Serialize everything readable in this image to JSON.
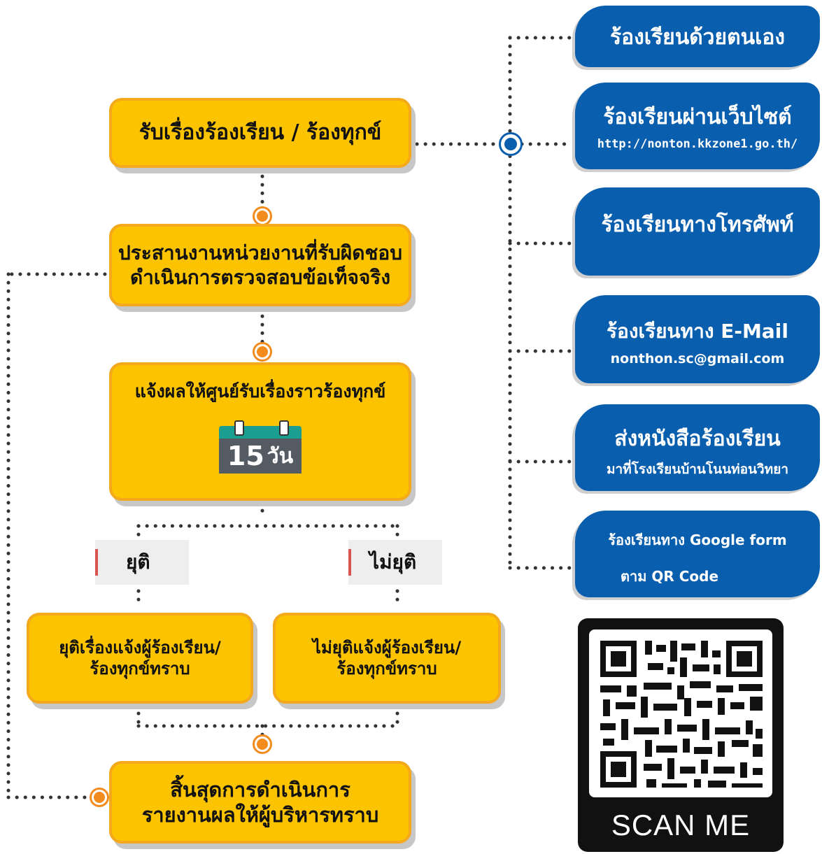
{
  "flow": {
    "step1": "รับเรื่องร้องเรียน / ร้องทุกข์",
    "step2_line1": "ประสานงานหน่วยงานที่รับผิดชอบ",
    "step2_line2": "ดำเนินการตรวจสอบข้อเท็จจริง",
    "step3": "แจ้งผลให้ศูนย์รับเรื่องราวร้องทุกข์",
    "calendar_number": "15",
    "calendar_unit": "วัน",
    "branch_yes": "ยุติ",
    "branch_no": "ไม่ยุติ",
    "yes_box_line1": "ยุติเรื่องแจ้งผู้ร้องเรียน/",
    "yes_box_line2": "ร้องทุกข์ทราบ",
    "no_box_line1": "ไม่ยุติแจ้งผู้ร้องเรียน/",
    "no_box_line2": "ร้องทุกข์ทราบ",
    "final_line1": "สิ้นสุดการดำเนินการ",
    "final_line2": "รายงานผลให้ผู้บริหารทราบ"
  },
  "channels": [
    {
      "title": "ร้องเรียนด้วยตนเอง",
      "subtitle": ""
    },
    {
      "title": "ร้องเรียนผ่านเว็บไซต์",
      "subtitle": "http://nonton.kkzone1.go.th/"
    },
    {
      "title": "ร้องเรียนทางโทรศัพท์",
      "subtitle": ""
    },
    {
      "title": "ร้องเรียนทาง E-Mail",
      "subtitle": "nonthon.sc@gmail.com"
    },
    {
      "title": "ส่งหนังสือร้องเรียน",
      "subtitle": "มาที่โรงเรียนบ้านโนนท่อนวิทยา"
    },
    {
      "title": "ร้องเรียนทาง Google form",
      "subtitle": "ตาม QR Code"
    }
  ],
  "qr": {
    "caption": "SCAN ME"
  },
  "colors": {
    "process": "#fcc400",
    "channel": "#0a5eae",
    "connector": "#333333",
    "node": "#f28c1e"
  }
}
